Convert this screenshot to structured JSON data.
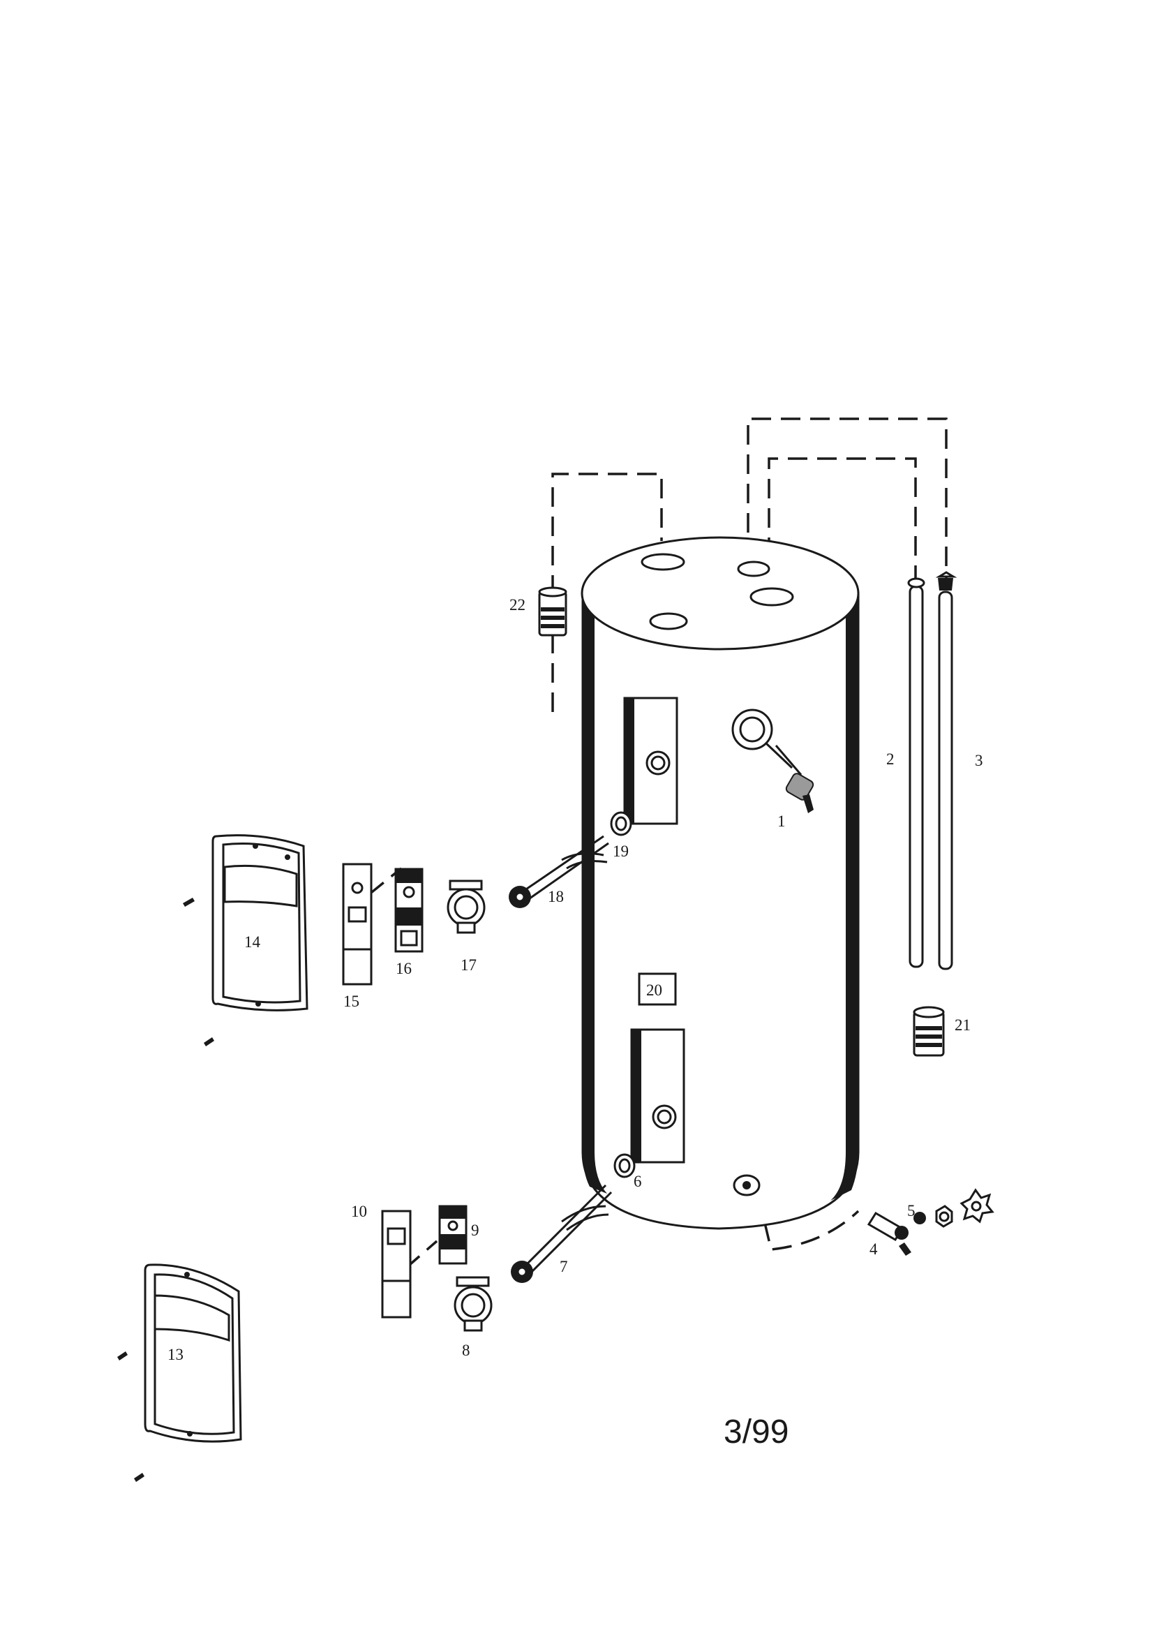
{
  "diagram": {
    "date_code": "3/99",
    "callouts": {
      "c1": "1",
      "c2": "2",
      "c3": "3",
      "c4": "4",
      "c5": "5",
      "c6": "6",
      "c7": "7",
      "c8": "8",
      "c9": "9",
      "c10": "10",
      "c13": "13",
      "c14": "14",
      "c15": "15",
      "c16": "16",
      "c17": "17",
      "c18": "18",
      "c19": "19",
      "c20": "20",
      "c21": "21",
      "c22": "22"
    }
  }
}
